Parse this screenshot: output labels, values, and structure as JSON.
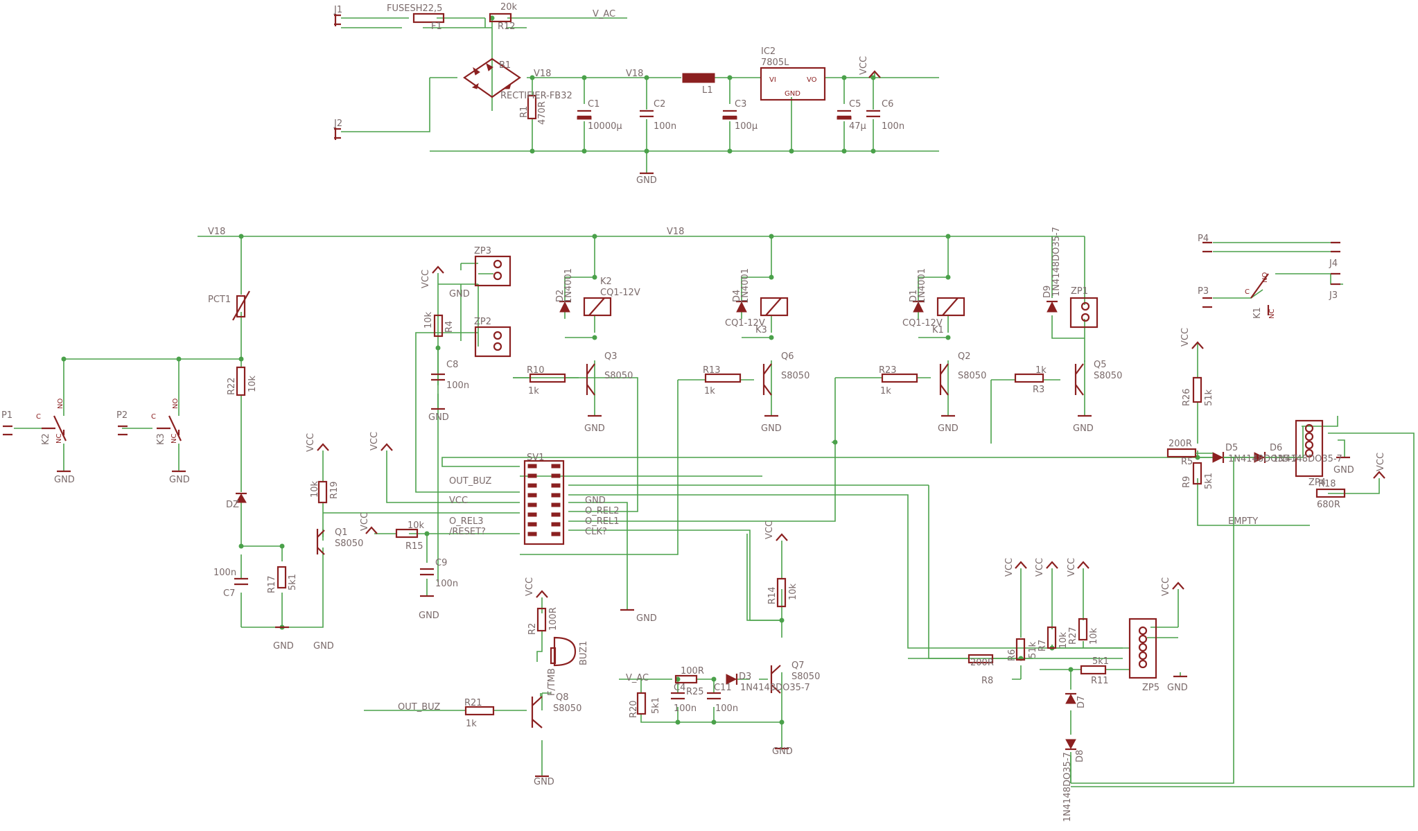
{
  "schematic": {
    "title": "",
    "labels": [
      {
        "id": "j1",
        "text": "J1"
      },
      {
        "id": "j2",
        "text": "J2"
      },
      {
        "id": "j3",
        "text": "J3"
      },
      {
        "id": "j4",
        "text": "J4"
      },
      {
        "id": "f1_val",
        "text": "FUSESH22,5"
      },
      {
        "id": "f1",
        "text": "F1"
      },
      {
        "id": "r12_val",
        "text": "20k"
      },
      {
        "id": "r12",
        "text": "R12"
      },
      {
        "id": "vac_top",
        "text": "V_AC"
      },
      {
        "id": "b1",
        "text": "B1"
      },
      {
        "id": "b1_val",
        "text": "RECTIFIER-FB32"
      },
      {
        "id": "v18_a",
        "text": "V18"
      },
      {
        "id": "v18_b",
        "text": "V18"
      },
      {
        "id": "v18_c",
        "text": "V18"
      },
      {
        "id": "v18_d",
        "text": "V18"
      },
      {
        "id": "l1",
        "text": "L1"
      },
      {
        "id": "ic2",
        "text": "IC2"
      },
      {
        "id": "ic2_val",
        "text": "7805L"
      },
      {
        "id": "ic2_vi",
        "text": "VI"
      },
      {
        "id": "ic2_vo",
        "text": "VO"
      },
      {
        "id": "ic2_gnd",
        "text": "GND"
      },
      {
        "id": "r1",
        "text": "R1"
      },
      {
        "id": "r1_val",
        "text": "470R"
      },
      {
        "id": "c1",
        "text": "C1"
      },
      {
        "id": "c1_val",
        "text": "10000µ"
      },
      {
        "id": "c2",
        "text": "C2"
      },
      {
        "id": "c2_val",
        "text": "100n"
      },
      {
        "id": "c3",
        "text": "C3"
      },
      {
        "id": "c3_val",
        "text": "100µ"
      },
      {
        "id": "c5",
        "text": "C5"
      },
      {
        "id": "c5_val",
        "text": "47µ"
      },
      {
        "id": "c6",
        "text": "C6"
      },
      {
        "id": "c6_val",
        "text": "100n"
      },
      {
        "id": "gnd_psu",
        "text": "GND"
      },
      {
        "id": "vcc_psu",
        "text": "VCC"
      },
      {
        "id": "pct1",
        "text": "PCT1"
      },
      {
        "id": "r22",
        "text": "R22"
      },
      {
        "id": "r22_val",
        "text": "10k"
      },
      {
        "id": "dz",
        "text": "DZ"
      },
      {
        "id": "c7",
        "text": "C7"
      },
      {
        "id": "c7_val",
        "text": "100n"
      },
      {
        "id": "r17",
        "text": "R17"
      },
      {
        "id": "r17_val",
        "text": "5k1"
      },
      {
        "id": "gnd_c7",
        "text": "GND"
      },
      {
        "id": "p1",
        "text": "P1"
      },
      {
        "id": "p2",
        "text": "P2"
      },
      {
        "id": "p3",
        "text": "P3"
      },
      {
        "id": "p4",
        "text": "P4"
      },
      {
        "id": "k2sw",
        "text": "K2"
      },
      {
        "id": "k3sw",
        "text": "K3"
      },
      {
        "id": "k1sw",
        "text": "K1"
      },
      {
        "id": "no1",
        "text": "NO"
      },
      {
        "id": "no2",
        "text": "NO"
      },
      {
        "id": "no3",
        "text": "NO"
      },
      {
        "id": "nc1",
        "text": "NC"
      },
      {
        "id": "nc2",
        "text": "NC"
      },
      {
        "id": "nc3",
        "text": "NC"
      },
      {
        "id": "cc1",
        "text": "C"
      },
      {
        "id": "cc2",
        "text": "C"
      },
      {
        "id": "cc3",
        "text": "C"
      },
      {
        "id": "gnd_k2",
        "text": "GND"
      },
      {
        "id": "gnd_k3",
        "text": "GND"
      },
      {
        "id": "vcc_r19",
        "text": "VCC"
      },
      {
        "id": "r19",
        "text": "R19"
      },
      {
        "id": "r19_val",
        "text": "10k"
      },
      {
        "id": "q1",
        "text": "Q1"
      },
      {
        "id": "q1_val",
        "text": "S8050"
      },
      {
        "id": "gnd_q1",
        "text": "GND"
      },
      {
        "id": "vcc_r15",
        "text": "VCC"
      },
      {
        "id": "r15",
        "text": "R15"
      },
      {
        "id": "r15_val",
        "text": "10k"
      },
      {
        "id": "c9",
        "text": "C9"
      },
      {
        "id": "c9_val",
        "text": "100n"
      },
      {
        "id": "gnd_c9",
        "text": "GND"
      },
      {
        "id": "vcc_sv",
        "text": "VCC"
      },
      {
        "id": "zp3",
        "text": "ZP3"
      },
      {
        "id": "zp2",
        "text": "ZP2"
      },
      {
        "id": "zp4",
        "text": "ZP4"
      },
      {
        "id": "zp5",
        "text": "ZP5"
      },
      {
        "id": "vcc_r4",
        "text": "VCC"
      },
      {
        "id": "gnd_zp3",
        "text": "GND"
      },
      {
        "id": "r4",
        "text": "R4"
      },
      {
        "id": "r4_val",
        "text": "10k"
      },
      {
        "id": "c8",
        "text": "C8"
      },
      {
        "id": "c8_val",
        "text": "100n"
      },
      {
        "id": "gnd_c8",
        "text": "GND"
      },
      {
        "id": "sv1",
        "text": "SV1"
      },
      {
        "id": "out_buz_a",
        "text": "OUT_BUZ"
      },
      {
        "id": "vcc_net",
        "text": "VCC"
      },
      {
        "id": "o_rel3",
        "text": "O_REL3"
      },
      {
        "id": "reset",
        "text": "/RESET?"
      },
      {
        "id": "gnd_net",
        "text": "GND"
      },
      {
        "id": "o_rel2",
        "text": "O_REL2"
      },
      {
        "id": "o_rel1",
        "text": "O_REL1"
      },
      {
        "id": "clk",
        "text": "CLK?"
      },
      {
        "id": "gnd_sv",
        "text": "GND"
      },
      {
        "id": "d2",
        "text": "D2"
      },
      {
        "id": "d2_val",
        "text": "1N4001"
      },
      {
        "id": "k2",
        "text": "K2"
      },
      {
        "id": "k2_val",
        "text": "CQ1-12V"
      },
      {
        "id": "d4",
        "text": "D4"
      },
      {
        "id": "d4_val",
        "text": "1N4001"
      },
      {
        "id": "k3",
        "text": "K3"
      },
      {
        "id": "k3_val",
        "text": "CQ1-12V"
      },
      {
        "id": "d1",
        "text": "D1"
      },
      {
        "id": "d1_val",
        "text": "1N4001"
      },
      {
        "id": "k1",
        "text": "K1"
      },
      {
        "id": "k1_val",
        "text": "CQ1-12V"
      },
      {
        "id": "d9",
        "text": "D9"
      },
      {
        "id": "d9_val",
        "text": "1N4148DO35-7"
      },
      {
        "id": "zp1",
        "text": "ZP1"
      },
      {
        "id": "r10",
        "text": "R10"
      },
      {
        "id": "r10_val",
        "text": "1k"
      },
      {
        "id": "q3",
        "text": "Q3"
      },
      {
        "id": "q3_val",
        "text": "S8050"
      },
      {
        "id": "gnd_q3",
        "text": "GND"
      },
      {
        "id": "r13",
        "text": "R13"
      },
      {
        "id": "r13_val",
        "text": "1k"
      },
      {
        "id": "q6",
        "text": "Q6"
      },
      {
        "id": "q6_val",
        "text": "S8050"
      },
      {
        "id": "gnd_q6",
        "text": "GND"
      },
      {
        "id": "r23",
        "text": "R23"
      },
      {
        "id": "r23_val",
        "text": "1k"
      },
      {
        "id": "q2",
        "text": "Q2"
      },
      {
        "id": "q2_val",
        "text": "S8050"
      },
      {
        "id": "gnd_q2",
        "text": "GND"
      },
      {
        "id": "r3",
        "text": "R3"
      },
      {
        "id": "r3_val",
        "text": "1k"
      },
      {
        "id": "q5",
        "text": "Q5"
      },
      {
        "id": "q5_val",
        "text": "S8050"
      },
      {
        "id": "gnd_q5",
        "text": "GND"
      },
      {
        "id": "vcc_r26",
        "text": "VCC"
      },
      {
        "id": "r26",
        "text": "R26"
      },
      {
        "id": "r26_val",
        "text": "51k"
      },
      {
        "id": "r5",
        "text": "R5"
      },
      {
        "id": "r5_val",
        "text": "200R"
      },
      {
        "id": "d5",
        "text": "D5"
      },
      {
        "id": "d5_val",
        "text": "1N4148DO35-7"
      },
      {
        "id": "d6",
        "text": "D6"
      },
      {
        "id": "d6_val",
        "text": "1N4148DO35-7"
      },
      {
        "id": "gnd_zp4",
        "text": "GND"
      },
      {
        "id": "r9",
        "text": "R9"
      },
      {
        "id": "r9_val",
        "text": "5k1"
      },
      {
        "id": "r18",
        "text": "R18"
      },
      {
        "id": "r18_val",
        "text": "680R"
      },
      {
        "id": "vcc_r18",
        "text": "VCC"
      },
      {
        "id": "empty",
        "text": "EMPTY"
      },
      {
        "id": "vcc_r14",
        "text": "VCC"
      },
      {
        "id": "r14",
        "text": "R14"
      },
      {
        "id": "r14_val",
        "text": "10k"
      },
      {
        "id": "q7",
        "text": "Q7"
      },
      {
        "id": "q7_val",
        "text": "S8050"
      },
      {
        "id": "gnd_q7",
        "text": "GND"
      },
      {
        "id": "vac_bot",
        "text": "V_AC"
      },
      {
        "id": "r25",
        "text": "R25"
      },
      {
        "id": "r25_val",
        "text": "100R"
      },
      {
        "id": "c4",
        "text": "C4"
      },
      {
        "id": "c4_val",
        "text": "100n"
      },
      {
        "id": "c11",
        "text": "C11"
      },
      {
        "id": "c11_val",
        "text": "100n"
      },
      {
        "id": "d3",
        "text": "D3"
      },
      {
        "id": "d3_val",
        "text": "1N4148DO35-7"
      },
      {
        "id": "r20",
        "text": "R20"
      },
      {
        "id": "r20_val",
        "text": "5k1"
      },
      {
        "id": "vcc_r2",
        "text": "VCC"
      },
      {
        "id": "r2",
        "text": "R2"
      },
      {
        "id": "r2_val",
        "text": "100R"
      },
      {
        "id": "buz1",
        "text": "BUZ1"
      },
      {
        "id": "buz1_val",
        "text": "F/TMB"
      },
      {
        "id": "q8",
        "text": "Q8"
      },
      {
        "id": "q8_val",
        "text": "S8050"
      },
      {
        "id": "gnd_q8",
        "text": "GND"
      },
      {
        "id": "out_buz_b",
        "text": "OUT_BUZ"
      },
      {
        "id": "r21",
        "text": "R21"
      },
      {
        "id": "r21_val",
        "text": "1k"
      },
      {
        "id": "vcc_r6",
        "text": "VCC"
      },
      {
        "id": "vcc_r7",
        "text": "VCC"
      },
      {
        "id": "vcc_r27",
        "text": "VCC"
      },
      {
        "id": "vcc_zp5",
        "text": "VCC"
      },
      {
        "id": "r6",
        "text": "R6"
      },
      {
        "id": "r6_val",
        "text": "51k"
      },
      {
        "id": "r7",
        "text": "R7"
      },
      {
        "id": "r7_val",
        "text": "10k"
      },
      {
        "id": "r27",
        "text": "R27"
      },
      {
        "id": "r27_val",
        "text": "10k"
      },
      {
        "id": "r8",
        "text": "R8"
      },
      {
        "id": "r8_val",
        "text": "200R"
      },
      {
        "id": "r11",
        "text": "R11"
      },
      {
        "id": "r11_val",
        "text": "5k1"
      },
      {
        "id": "gnd_zp5",
        "text": "GND"
      },
      {
        "id": "d7",
        "text": "D7"
      },
      {
        "id": "d8",
        "text": "D8"
      },
      {
        "id": "d78_val",
        "text": "1N4148DO35-7"
      }
    ]
  }
}
